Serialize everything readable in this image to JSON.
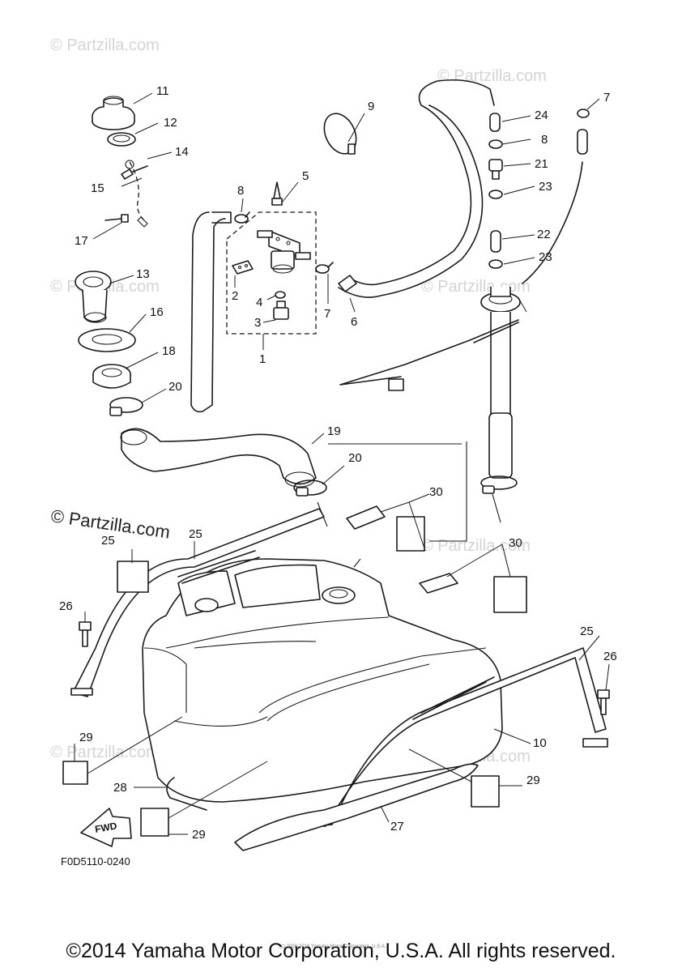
{
  "watermarks": {
    "faint": "© Partzilla.com",
    "strong": "© Partzilla.com"
  },
  "diagram_code": "F0D5110-0240",
  "fwd_label": "FWD",
  "tiny_notice": "(c) 2008-2016 Yamaha Motor Corporation, U.S.A.",
  "copyright": "©2014 Yamaha Motor Corporation, U.S.A. All rights reserved.",
  "callouts": {
    "c1": "1",
    "c2": "2",
    "c3": "3",
    "c4": "4",
    "c5": "5",
    "c6": "6",
    "c7a": "7",
    "c7b": "7",
    "c8a": "8",
    "c8b": "8",
    "c9": "9",
    "c10": "10",
    "c11": "11",
    "c12": "12",
    "c13": "13",
    "c14": "14",
    "c15": "15",
    "c16": "16",
    "c17": "17",
    "c18": "18",
    "c19": "19",
    "c20a": "20",
    "c20b": "20",
    "c21": "21",
    "c22": "22",
    "c23a": "23",
    "c23b": "23",
    "c24": "24",
    "c25a": "25",
    "c25b": "25",
    "c25c": "25",
    "c26a": "26",
    "c26b": "26",
    "c27": "27",
    "c28": "28",
    "c29a": "29",
    "c29b": "29",
    "c29c": "29",
    "c30a": "30",
    "c30b": "30"
  }
}
